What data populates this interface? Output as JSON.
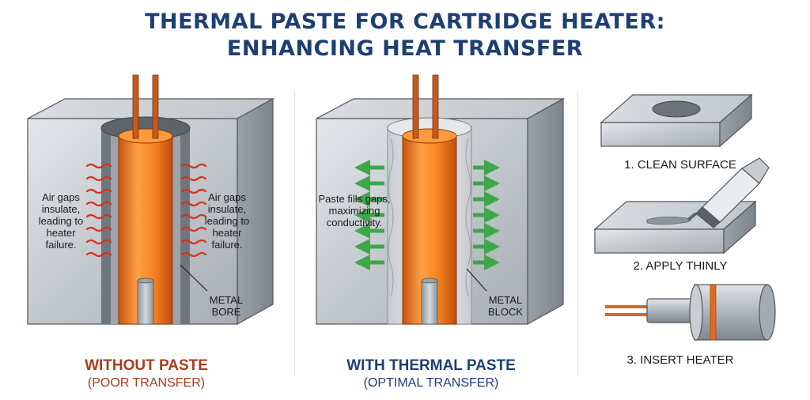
{
  "title": {
    "line1": "THERMAL PASTE FOR CARTRIDGE HEATER:",
    "line2": "ENHANCING HEAT TRANSFER"
  },
  "panel_without": {
    "left_note": "Air gaps insulate, leading to heater failure.",
    "right_note": "Air gaps insulate, leading to heater failure.",
    "bore_label": "METAL BORE",
    "caption": "WITHOUT PASTE",
    "subcaption": "(POOR TRANSFER)",
    "caption_color": "#a63d1e"
  },
  "panel_with": {
    "note": "Paste fills gaps, maximizing conductivity.",
    "block_label": "METAL BLOCK",
    "caption": "WITH THERMAL PASTE",
    "subcaption": "(OPTIMAL TRANSFER)",
    "caption_color": "#1d3f73",
    "arrow_color": "#3fa64a"
  },
  "steps": [
    {
      "label": "1. CLEAN SURFACE"
    },
    {
      "label": "2. APPLY THINLY"
    },
    {
      "label": "3. INSERT HEATER"
    }
  ],
  "colors": {
    "heater": "#f07a1f",
    "metal": "#b7bdc3",
    "wave": "#d4321e",
    "title": "#1d3f73"
  }
}
